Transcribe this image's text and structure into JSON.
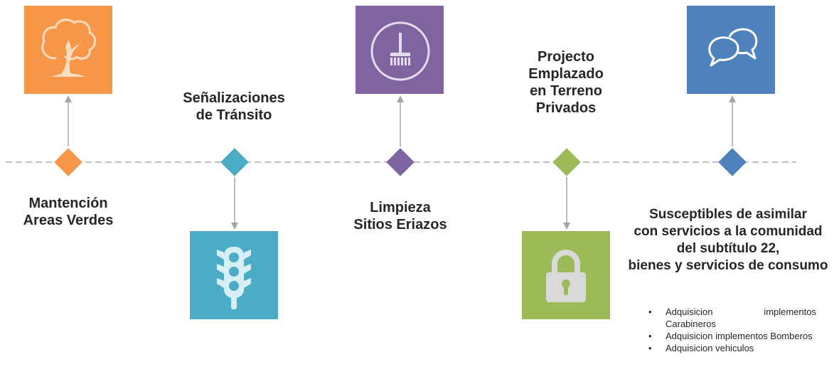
{
  "stages": [
    {
      "id": "mantencion",
      "label": [
        "Mantención",
        "Areas Verdes"
      ],
      "color": "#f79646",
      "icon": "tree-icon",
      "box_position": "above"
    },
    {
      "id": "senalizaciones",
      "label": [
        "Señalizaciones",
        "de Tránsito"
      ],
      "color": "#4bacc6",
      "icon": "traffic-light-icon",
      "box_position": "below"
    },
    {
      "id": "limpieza",
      "label": [
        "Limpieza",
        "Sitios Eriazos"
      ],
      "color": "#8064a2",
      "icon": "broom-icon",
      "box_position": "above"
    },
    {
      "id": "projecto",
      "label": [
        "Projecto",
        "Emplazado",
        "en Terreno",
        "Privados"
      ],
      "color": "#9bbb59",
      "icon": "lock-icon",
      "box_position": "below"
    },
    {
      "id": "susceptibles",
      "label": [
        "Susceptibles de asimilar",
        "con servicios a la comunidad",
        "del subtítulo 22,",
        "bienes  y servicios de consumo"
      ],
      "color": "#4f81bd",
      "icon": "speech-bubbles-icon",
      "box_position": "above"
    }
  ],
  "bullets": [
    "Adquisicion implementos Carabineros",
    "Adquisicion implementos Bomberos",
    "Adquisicion vehiculos"
  ],
  "colors": {
    "timeline": "#bfbfbf",
    "connector": "#a6a6a6",
    "text": "#262626"
  }
}
